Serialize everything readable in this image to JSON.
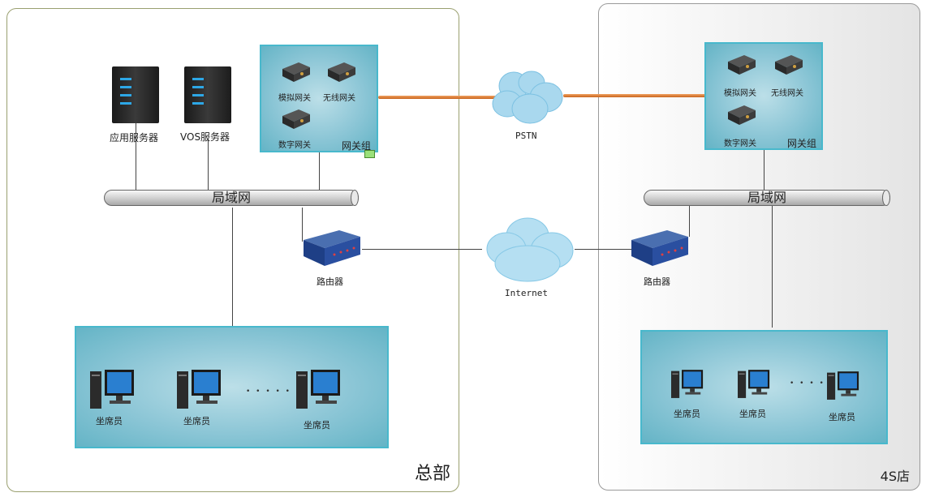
{
  "headquarters": {
    "title": "总部",
    "servers": [
      {
        "label": "应用服务器"
      },
      {
        "label": "VOS服务器"
      }
    ],
    "gateway_group": {
      "label": "网关组",
      "gateways": [
        "模拟网关",
        "无线网关",
        "数字网关"
      ]
    },
    "lan_label": "局域网",
    "router_label": "路由器",
    "agents": [
      "坐席员",
      "坐席员",
      "坐席员"
    ]
  },
  "pstn_label": "PSTN",
  "internet_label": "Internet",
  "store": {
    "title": "4S店",
    "gateway_group": {
      "label": "网关组",
      "gateways": [
        "模拟网关",
        "无线网关",
        "数字网关"
      ]
    },
    "lan_label": "局域网",
    "router_label": "路由器",
    "agents": [
      "坐席员",
      "坐席员",
      "坐席员"
    ]
  },
  "colors": {
    "teal_box": "#8cc6d6",
    "teal_border": "#48b8cc",
    "pstn_link": "#d9783a",
    "cloud": "#a9d8ee"
  },
  "icons": [
    "server-icon",
    "gateway-icon",
    "router-icon",
    "desktop-pc-icon",
    "cloud-icon"
  ]
}
